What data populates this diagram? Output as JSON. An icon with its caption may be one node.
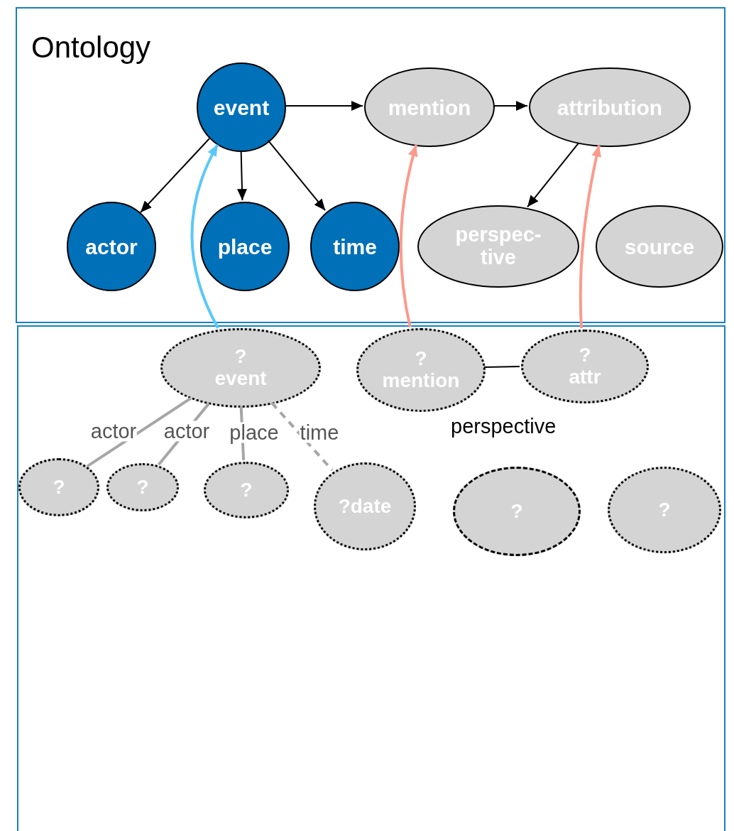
{
  "diagram": {
    "nodes": [
      {
        "text": [
          "Ontology"
        ]
      },
      {
        "text": [
          "event"
        ],
        "in": 0
      },
      {
        "text": [
          "mention"
        ],
        "in": 0
      },
      {
        "text": [
          "attribution"
        ],
        "in": 0
      },
      {
        "text": [
          "actor"
        ],
        "in": 0
      },
      {
        "text": [
          "place"
        ],
        "in": 0
      },
      {
        "text": [
          "time"
        ],
        "in": 0
      },
      {
        "text": [
          "perspec- tive"
        ],
        "in": 0
      },
      {
        "text": [
          "source"
        ],
        "in": 0
      },
      {
        "text": [],
        "shape": "box"
      },
      {
        "text": [
          "?",
          "event"
        ],
        "in": 9
      },
      {
        "text": [
          "?",
          "mention"
        ],
        "in": 9
      },
      {
        "text": [
          "?",
          "attr"
        ],
        "in": 9
      },
      {
        "text": [
          "?"
        ],
        "in": 9
      },
      {
        "text": [
          "?"
        ],
        "in": 9
      },
      {
        "text": [
          "?"
        ],
        "in": 9
      },
      {
        "text": [
          "?date"
        ],
        "in": 9
      },
      {
        "text": [
          "?"
        ],
        "in": 9
      },
      {
        "text": [
          "?"
        ],
        "in": 9
      }
    ],
    "edges": [
      {
        "from": 1,
        "to": 2,
        "arrow": "to"
      },
      {
        "from": 2,
        "to": 3,
        "arrow": "to"
      },
      {
        "from": 1,
        "to": 4,
        "arrow": "to"
      },
      {
        "from": 1,
        "to": 5,
        "arrow": "to"
      },
      {
        "from": 1,
        "to": 6,
        "arrow": "to"
      },
      {
        "from": 3,
        "to": 7,
        "arrow": "to"
      },
      {
        "from": 10,
        "to": 1,
        "arrow": "to",
        "style": "thick",
        "color": "#5ac8fa"
      },
      {
        "from": 11,
        "to": 2,
        "arrow": "to",
        "style": "thick",
        "color": "#fc9a8c"
      },
      {
        "from": 12,
        "to": 3,
        "arrow": "to",
        "style": "thick",
        "color": "#fc9a8c"
      },
      {
        "from": 11,
        "to": 12,
        "arrow": "none"
      },
      {
        "from": 10,
        "to": 13,
        "arrow": "none",
        "label": "actor",
        "style": "thick",
        "color": "#a6a6a6"
      },
      {
        "from": 10,
        "to": 14,
        "arrow": "none",
        "label": "actor",
        "style": "thick",
        "color": "#a6a6a6"
      },
      {
        "from": 10,
        "to": 15,
        "arrow": "none",
        "label": "place",
        "style": "thick",
        "color": "#a6a6a6"
      },
      {
        "from": 10,
        "to": 16,
        "arrow": "none",
        "label": "time",
        "style": "dashed",
        "color": "#a6a6a6"
      }
    ],
    "labels": [
      "perspective"
    ]
  }
}
